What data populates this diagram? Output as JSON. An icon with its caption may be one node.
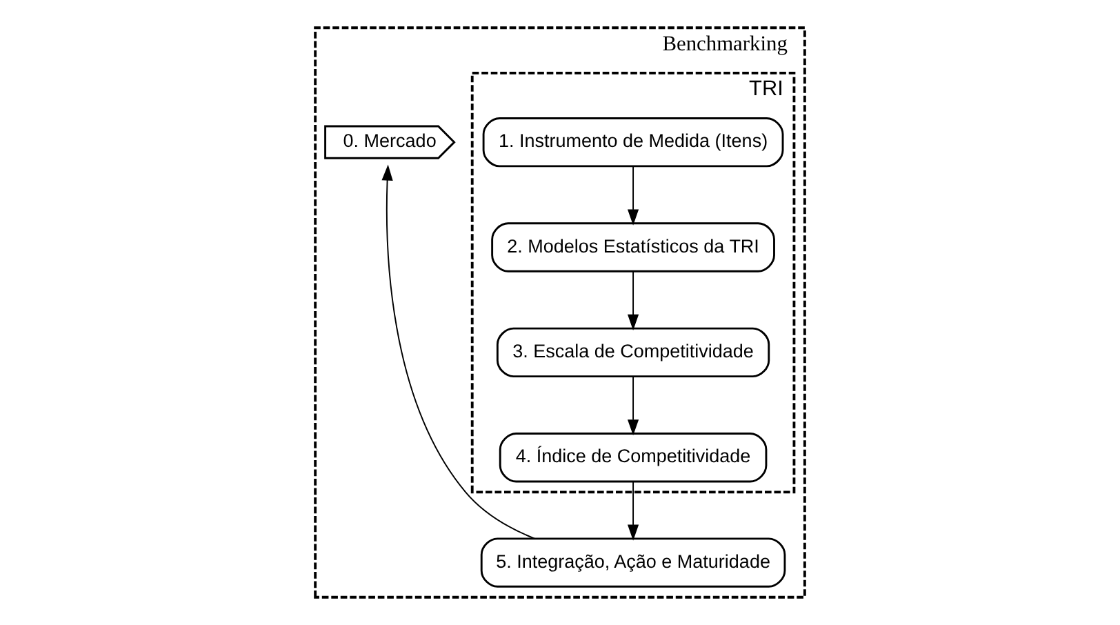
{
  "diagram": {
    "nodes": [
      {
        "text": [
          "Benchmarking"
        ]
      },
      {
        "text": [
          "0. Mercado"
        ],
        "in": 0
      },
      {
        "text": [
          "TRI"
        ],
        "in": 0
      },
      {
        "text": [
          "1. Instrumento de Medida (Itens)"
        ],
        "in": 2
      },
      {
        "text": [
          "2. Modelos Estatísticos da TRI"
        ],
        "in": 2
      },
      {
        "text": [
          "3. Escala de Competitividade"
        ],
        "in": 2
      },
      {
        "text": [
          "4. Índice de Competitividade"
        ],
        "in": 2
      },
      {
        "text": [
          "5. Integração, Ação e Maturidade"
        ],
        "in": 0
      }
    ],
    "edges": [
      {
        "from": 3,
        "to": 4,
        "arrow": "to"
      },
      {
        "from": 4,
        "to": 5,
        "arrow": "to"
      },
      {
        "from": 5,
        "to": 6,
        "arrow": "to"
      },
      {
        "from": 6,
        "to": 7,
        "arrow": "to"
      },
      {
        "from": 7,
        "to": 1,
        "arrow": "to"
      }
    ]
  }
}
